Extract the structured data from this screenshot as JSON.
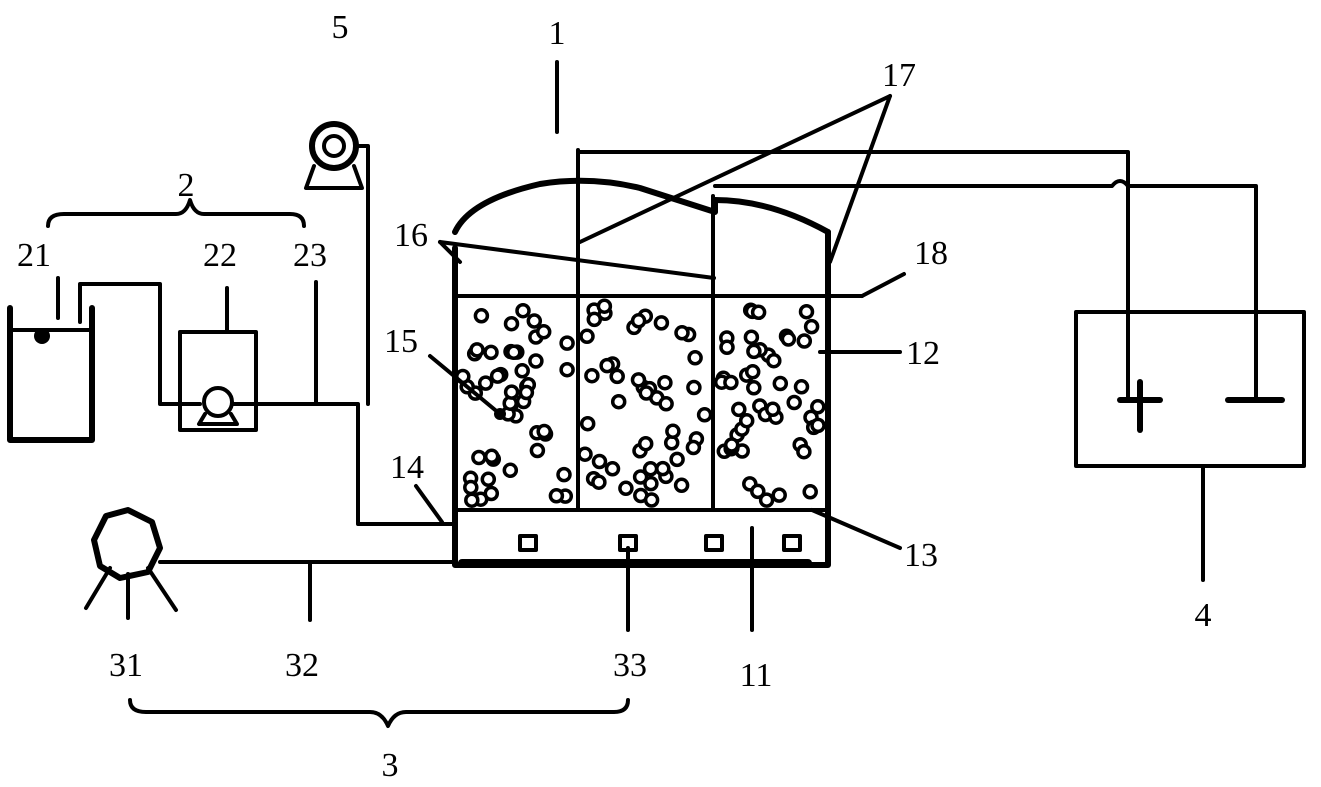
{
  "labels": {
    "l1": "1",
    "l2": "2",
    "l3": "3",
    "l4": "4",
    "l5": "5",
    "l11": "11",
    "l12": "12",
    "l13": "13",
    "l14": "14",
    "l15": "15",
    "l16": "16",
    "l17": "17",
    "l18": "18",
    "l21": "21",
    "l22": "22",
    "l23": "23",
    "l31": "31",
    "l32": "32",
    "l33": "33"
  },
  "power_supply": {
    "positive_symbol": "+",
    "negative_symbol": "−"
  }
}
